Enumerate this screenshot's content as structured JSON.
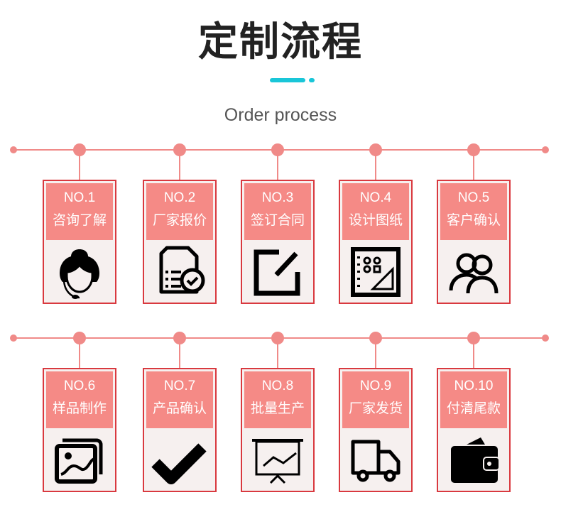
{
  "title": "定制流程",
  "subtitle": "Order process",
  "accent": "#19c6d8",
  "steps": [
    {
      "no": "NO.1",
      "label": "咨询了解",
      "icon": "customer-service-icon"
    },
    {
      "no": "NO.2",
      "label": "厂家报价",
      "icon": "quote-document-icon"
    },
    {
      "no": "NO.3",
      "label": "签订合同",
      "icon": "sign-edit-icon"
    },
    {
      "no": "NO.4",
      "label": "设计图纸",
      "icon": "design-drawing-icon"
    },
    {
      "no": "NO.5",
      "label": "客户确认",
      "icon": "users-icon"
    },
    {
      "no": "NO.6",
      "label": "样品制作",
      "icon": "image-samples-icon"
    },
    {
      "no": "NO.7",
      "label": "产品确认",
      "icon": "checkmark-icon"
    },
    {
      "no": "NO.8",
      "label": "批量生产",
      "icon": "chart-board-icon"
    },
    {
      "no": "NO.9",
      "label": "厂家发货",
      "icon": "truck-icon"
    },
    {
      "no": "NO.10",
      "label": "付清尾款",
      "icon": "wallet-icon"
    }
  ]
}
